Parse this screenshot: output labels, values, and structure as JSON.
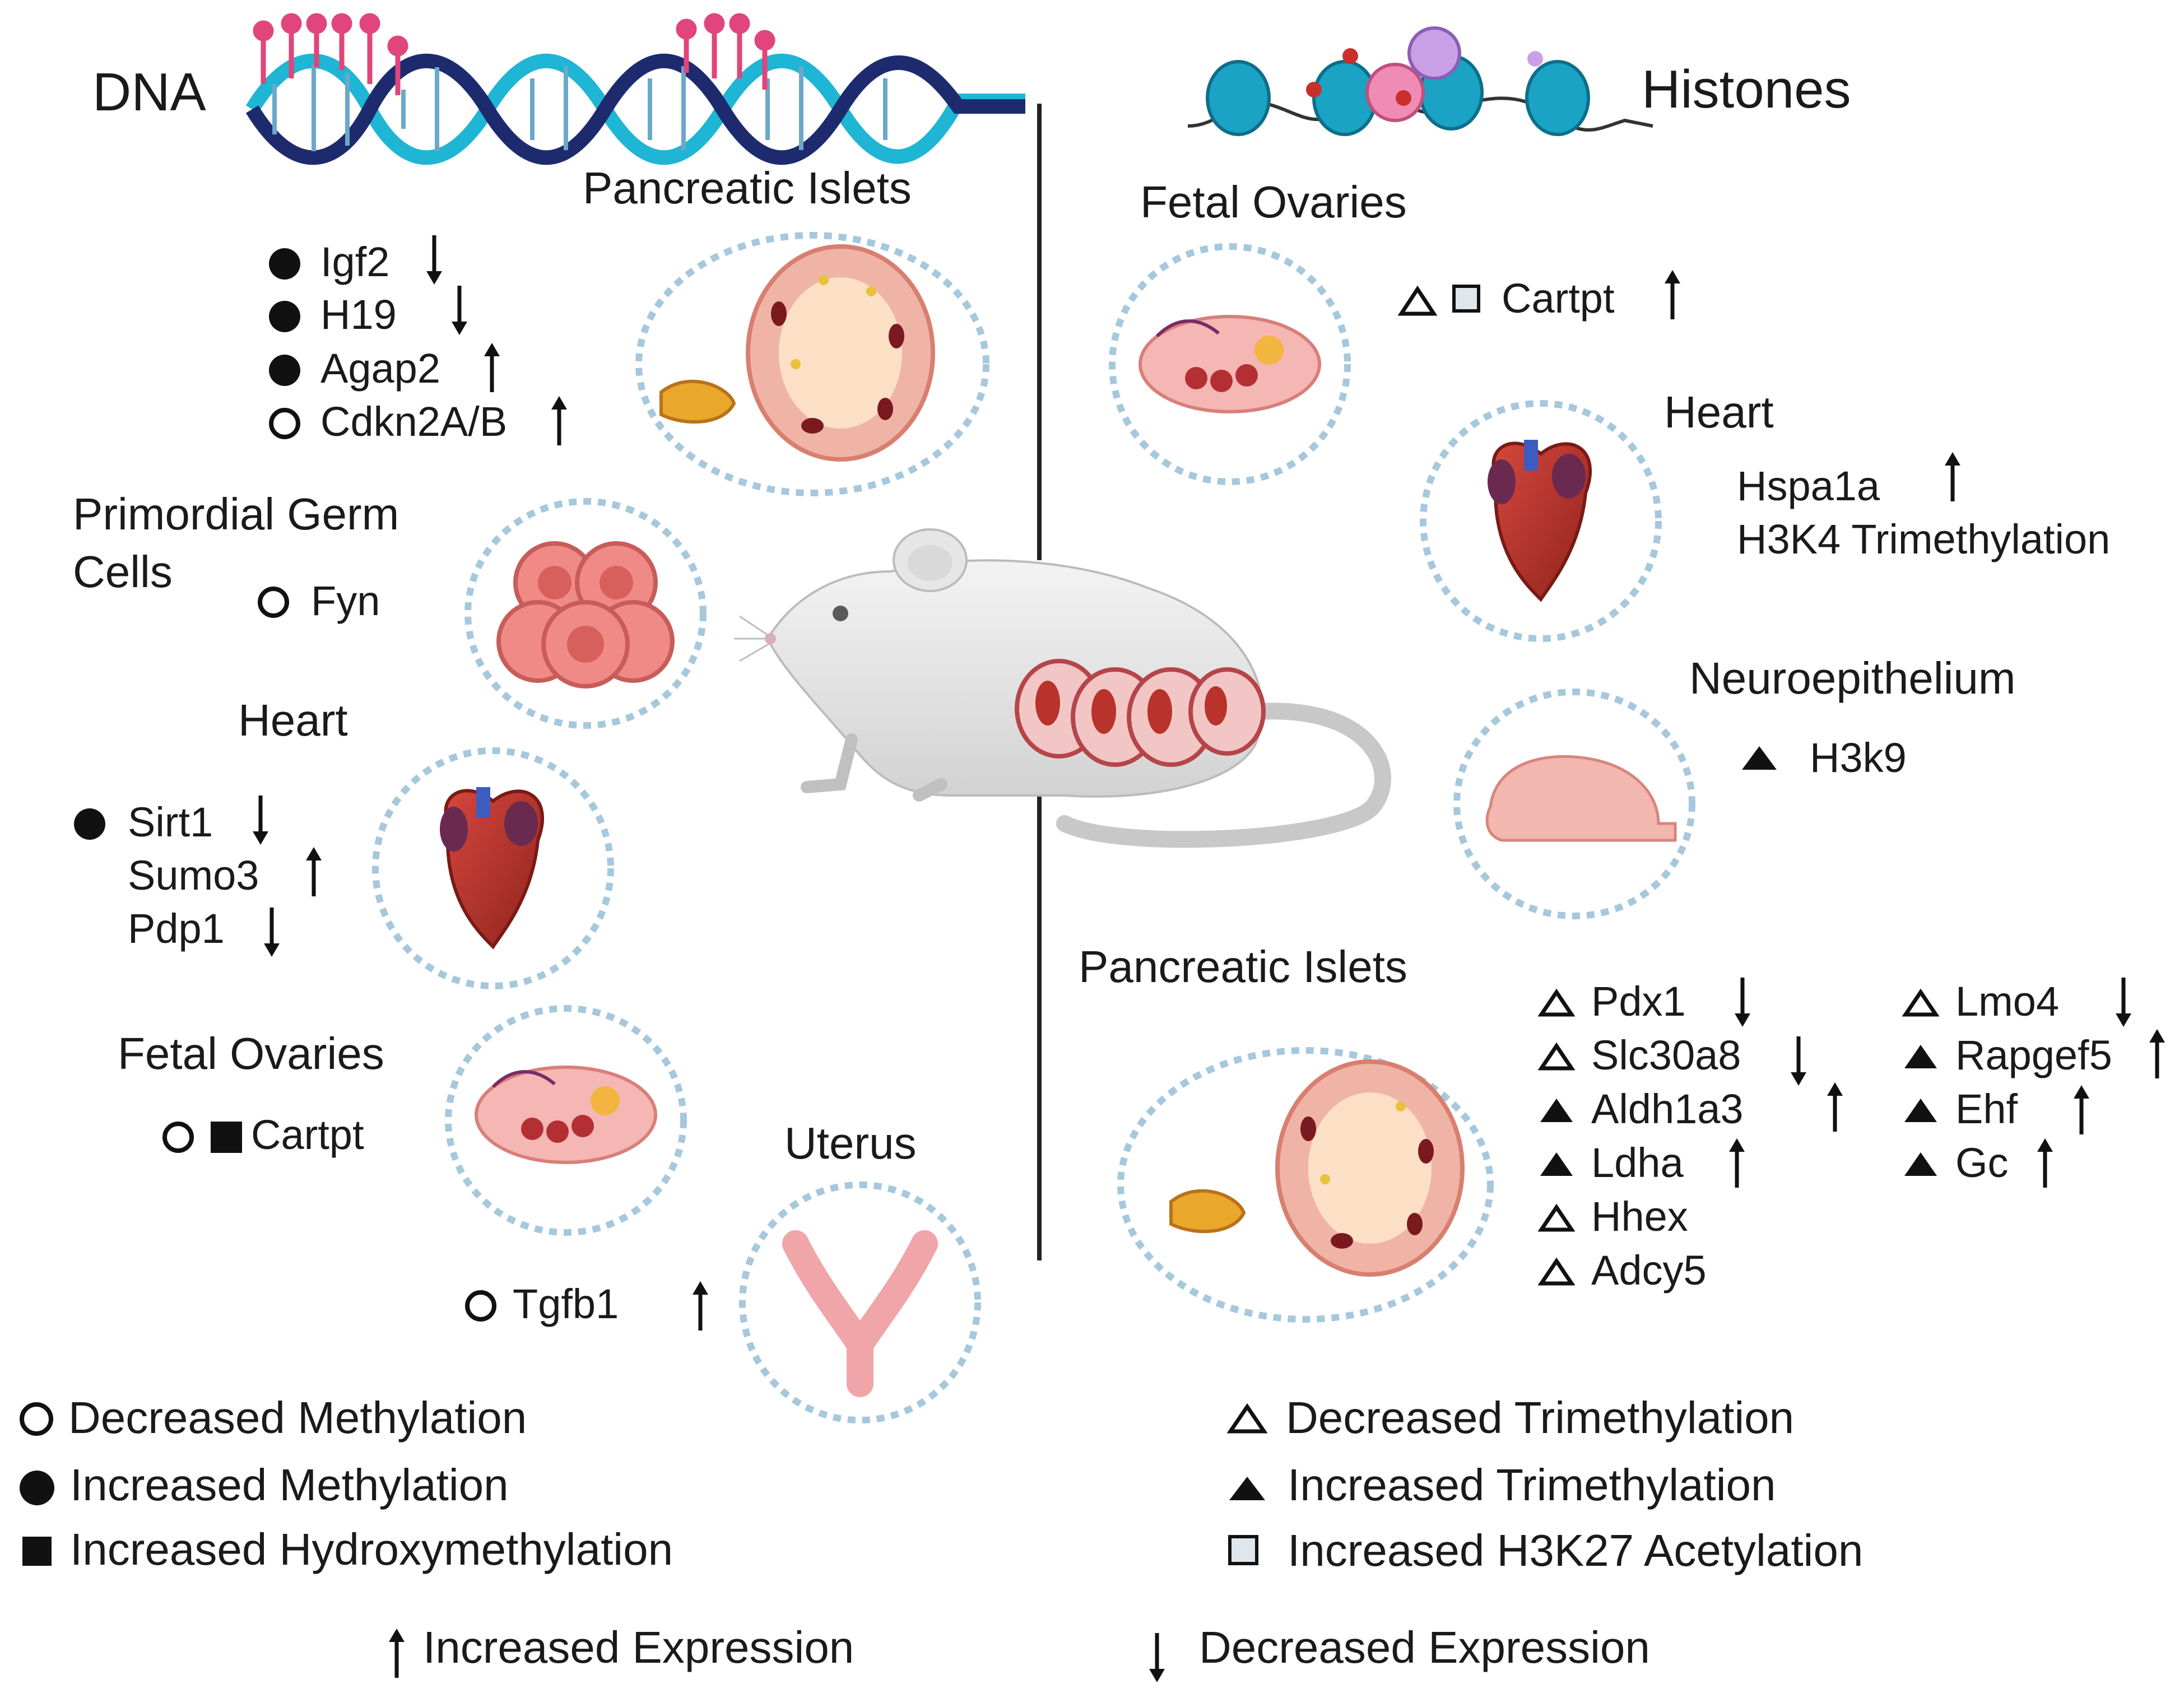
{
  "headers": {
    "dna": "DNA",
    "histones": "Histones"
  },
  "dna_side": {
    "pancreatic_islets": {
      "title": "Pancreatic Islets",
      "genes": [
        {
          "marker": "filled-circle",
          "name": "Igf2",
          "arrow": "down"
        },
        {
          "marker": "filled-circle",
          "name": "H19",
          "arrow": "down"
        },
        {
          "marker": "filled-circle",
          "name": "Agap2",
          "arrow": "up"
        },
        {
          "marker": "open-circle",
          "name": "Cdkn2A/B",
          "arrow": "up"
        }
      ]
    },
    "primordial_germ_cells": {
      "title_line1": "Primordial Germ",
      "title_line2": "Cells",
      "genes": [
        {
          "marker": "open-circle",
          "name": "Fyn"
        }
      ]
    },
    "heart": {
      "title": "Heart",
      "genes": [
        {
          "marker": "filled-circle",
          "name": "Sirt1",
          "arrow": "down"
        },
        {
          "marker": "none",
          "name": "Sumo3",
          "arrow": "up"
        },
        {
          "marker": "none",
          "name": "Pdp1",
          "arrow": "down"
        }
      ]
    },
    "fetal_ovaries": {
      "title": "Fetal Ovaries",
      "genes": [
        {
          "marker": "open-circle+filled-square",
          "name": "Cartpt"
        }
      ]
    },
    "uterus": {
      "title": "Uterus",
      "genes": [
        {
          "marker": "open-circle",
          "name": "Tgfb1",
          "arrow": "up"
        }
      ]
    }
  },
  "histone_side": {
    "fetal_ovaries": {
      "title": "Fetal Ovaries",
      "genes": [
        {
          "marker": "open-triangle+open-square",
          "name": "Cartpt",
          "arrow": "up"
        }
      ]
    },
    "heart": {
      "title": "Heart",
      "line1": "Hspa1a",
      "line1_arrow": "up",
      "line2": "H3K4 Trimethylation"
    },
    "neuroepithelium": {
      "title": "Neuroepithelium",
      "genes": [
        {
          "marker": "filled-triangle",
          "name": "H3k9"
        }
      ]
    },
    "pancreatic_islets": {
      "title": "Pancreatic Islets",
      "genes_col1": [
        {
          "marker": "open-triangle",
          "name": "Pdx1",
          "arrow": "down"
        },
        {
          "marker": "open-triangle",
          "name": "Slc30a8",
          "arrow": "down"
        },
        {
          "marker": "filled-triangle",
          "name": "Aldh1a3",
          "arrow": "up"
        },
        {
          "marker": "filled-triangle",
          "name": "Ldha",
          "arrow": "up"
        },
        {
          "marker": "open-triangle",
          "name": "Hhex"
        },
        {
          "marker": "open-triangle",
          "name": "Adcy5"
        }
      ],
      "genes_col2": [
        {
          "marker": "open-triangle",
          "name": "Lmo4",
          "arrow": "down"
        },
        {
          "marker": "filled-triangle",
          "name": "Rapgef5",
          "arrow": "up"
        },
        {
          "marker": "filled-triangle",
          "name": "Ehf",
          "arrow": "up"
        },
        {
          "marker": "filled-triangle",
          "name": "Gc",
          "arrow": "up"
        }
      ]
    }
  },
  "legend": {
    "decreased_methylation": "Decreased Methylation",
    "increased_methylation": "Increased Methylation",
    "increased_hydroxymethylation": "Increased Hydroxymethylation",
    "decreased_trimethylation": "Decreased Trimethylation",
    "increased_trimethylation": "Increased Trimethylation",
    "increased_h3k27_acetylation": "Increased H3K27 Acetylation",
    "increased_expression": "Increased Expression",
    "decreased_expression": "Decreased Expression"
  },
  "icons": {
    "dna": "dna-helix-icon",
    "histones": "nucleosome-icon",
    "mouse": "pregnant-mouse-icon",
    "islet": "pancreatic-islet-icon",
    "ovary": "ovary-icon",
    "heart": "heart-icon",
    "germ_cells": "germ-cells-icon",
    "brain": "neuroepithelium-icon",
    "uterus": "uterus-icon"
  },
  "colors": {
    "dna_helix_cyan": "#1fb5d4",
    "dna_helix_navy": "#1d2b6e",
    "methyl_pink": "#e0457b",
    "ring_blue": "#a6c8dc",
    "tissue_pink": "#f2a7a0",
    "heart_red": "#b8332b"
  }
}
